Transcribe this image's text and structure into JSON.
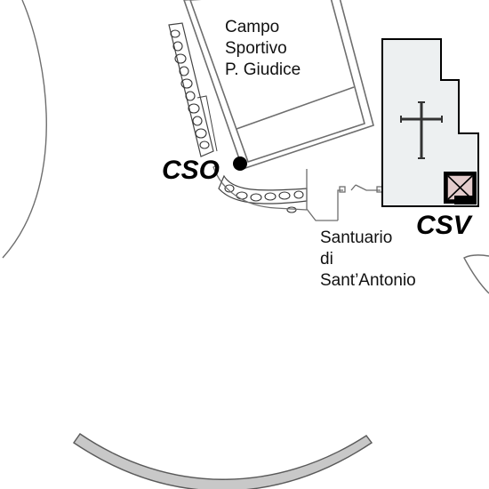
{
  "map": {
    "labels": {
      "campo_line1": "Campo",
      "campo_line2": "Sportivo",
      "campo_line3": "P. Giudice",
      "santuario_line1": "Santuario",
      "santuario_line2": "di",
      "santuario_line3": "Sant’Antonio"
    },
    "station_codes": {
      "west": "CSO",
      "east": "CSV"
    },
    "icons": [
      "cross-icon",
      "tower-marker-icon",
      "station-dot-icon"
    ],
    "colors": {
      "building_fill": "#edf0f1",
      "line": "#6e6e6e",
      "building_outline": "#000000",
      "marker_fill": "#e4cccc",
      "arc_fill": "#c8c8c8"
    }
  }
}
